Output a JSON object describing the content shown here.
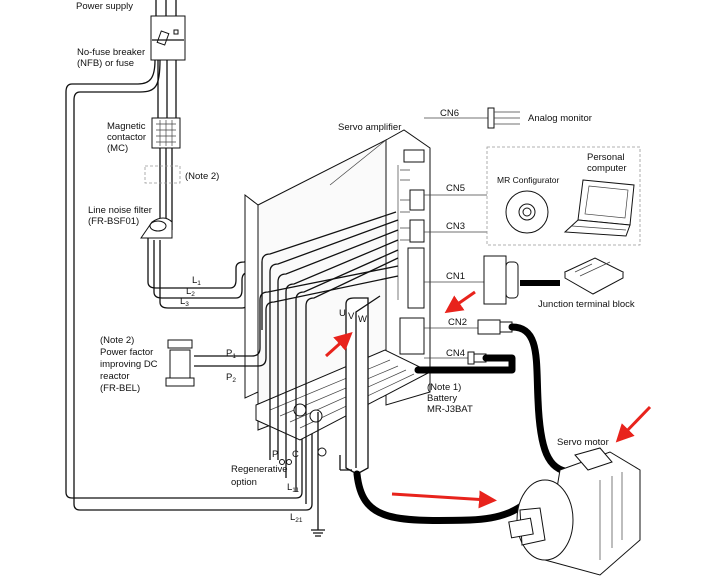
{
  "labels": {
    "power_supply": "Power supply",
    "nfb": [
      "No-fuse breaker",
      "(NFB) or fuse"
    ],
    "mc": [
      "Magnetic",
      "contactor",
      "(MC)"
    ],
    "note2_top": "(Note 2)",
    "line_filter": [
      "Line noise filter",
      "(FR-BSF01)"
    ],
    "l1": "L",
    "l1_sub": "1",
    "l2": "L",
    "l2_sub": "2",
    "l3": "L",
    "l3_sub": "3",
    "servo_amplifier": "Servo amplifier",
    "cn6": "CN6",
    "analog_monitor": "Analog monitor",
    "cn5": "CN5",
    "cn3": "CN3",
    "mr_configurator": "MR Configurator",
    "personal_computer": [
      "Personal",
      "computer"
    ],
    "cn1": "CN1",
    "junction_block": "Junction terminal block",
    "cn2": "CN2",
    "cn4": "CN4",
    "pfc": [
      "(Note 2)",
      "Power factor",
      "improving DC",
      "reactor",
      "(FR-BEL)"
    ],
    "p1": "P",
    "p1_sub": "1",
    "p2": "P",
    "p2_sub": "2",
    "u": "U",
    "v": "V",
    "w": "W",
    "battery": [
      "(Note 1)",
      "Battery",
      "MR-J3BAT"
    ],
    "p": "P",
    "c": "C",
    "regen": [
      "Regenerative",
      "option"
    ],
    "l11": "L",
    "l11_sub": "11",
    "l21": "L",
    "l21_sub": "21",
    "servo_motor": "Servo motor"
  },
  "colors": {
    "annotation_arrow": "#e8231c",
    "cable": "#000000"
  }
}
